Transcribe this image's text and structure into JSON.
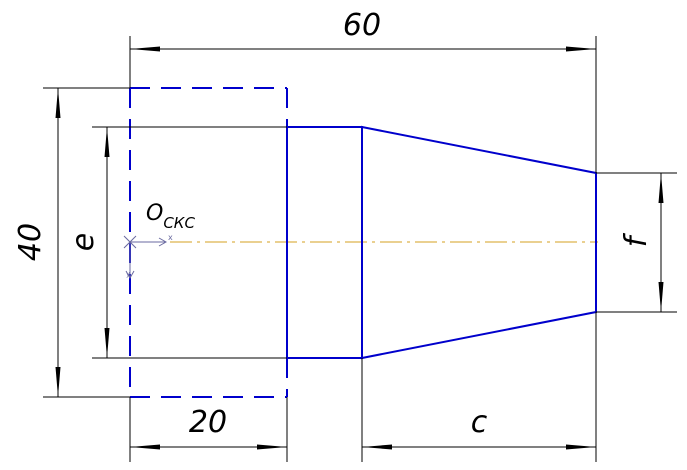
{
  "dimensions": {
    "overall_length": "60",
    "overall_height": "40",
    "left_section_length": "20",
    "inner_height": "e",
    "cone_length": "c",
    "right_end_height": "f"
  },
  "origin_label": {
    "letter": "O",
    "subscript": "СКС"
  },
  "colors": {
    "contour": "#0000cc",
    "dimension": "#000000",
    "axis": "#d4a020",
    "origin_marker": "#6a6aa0"
  }
}
